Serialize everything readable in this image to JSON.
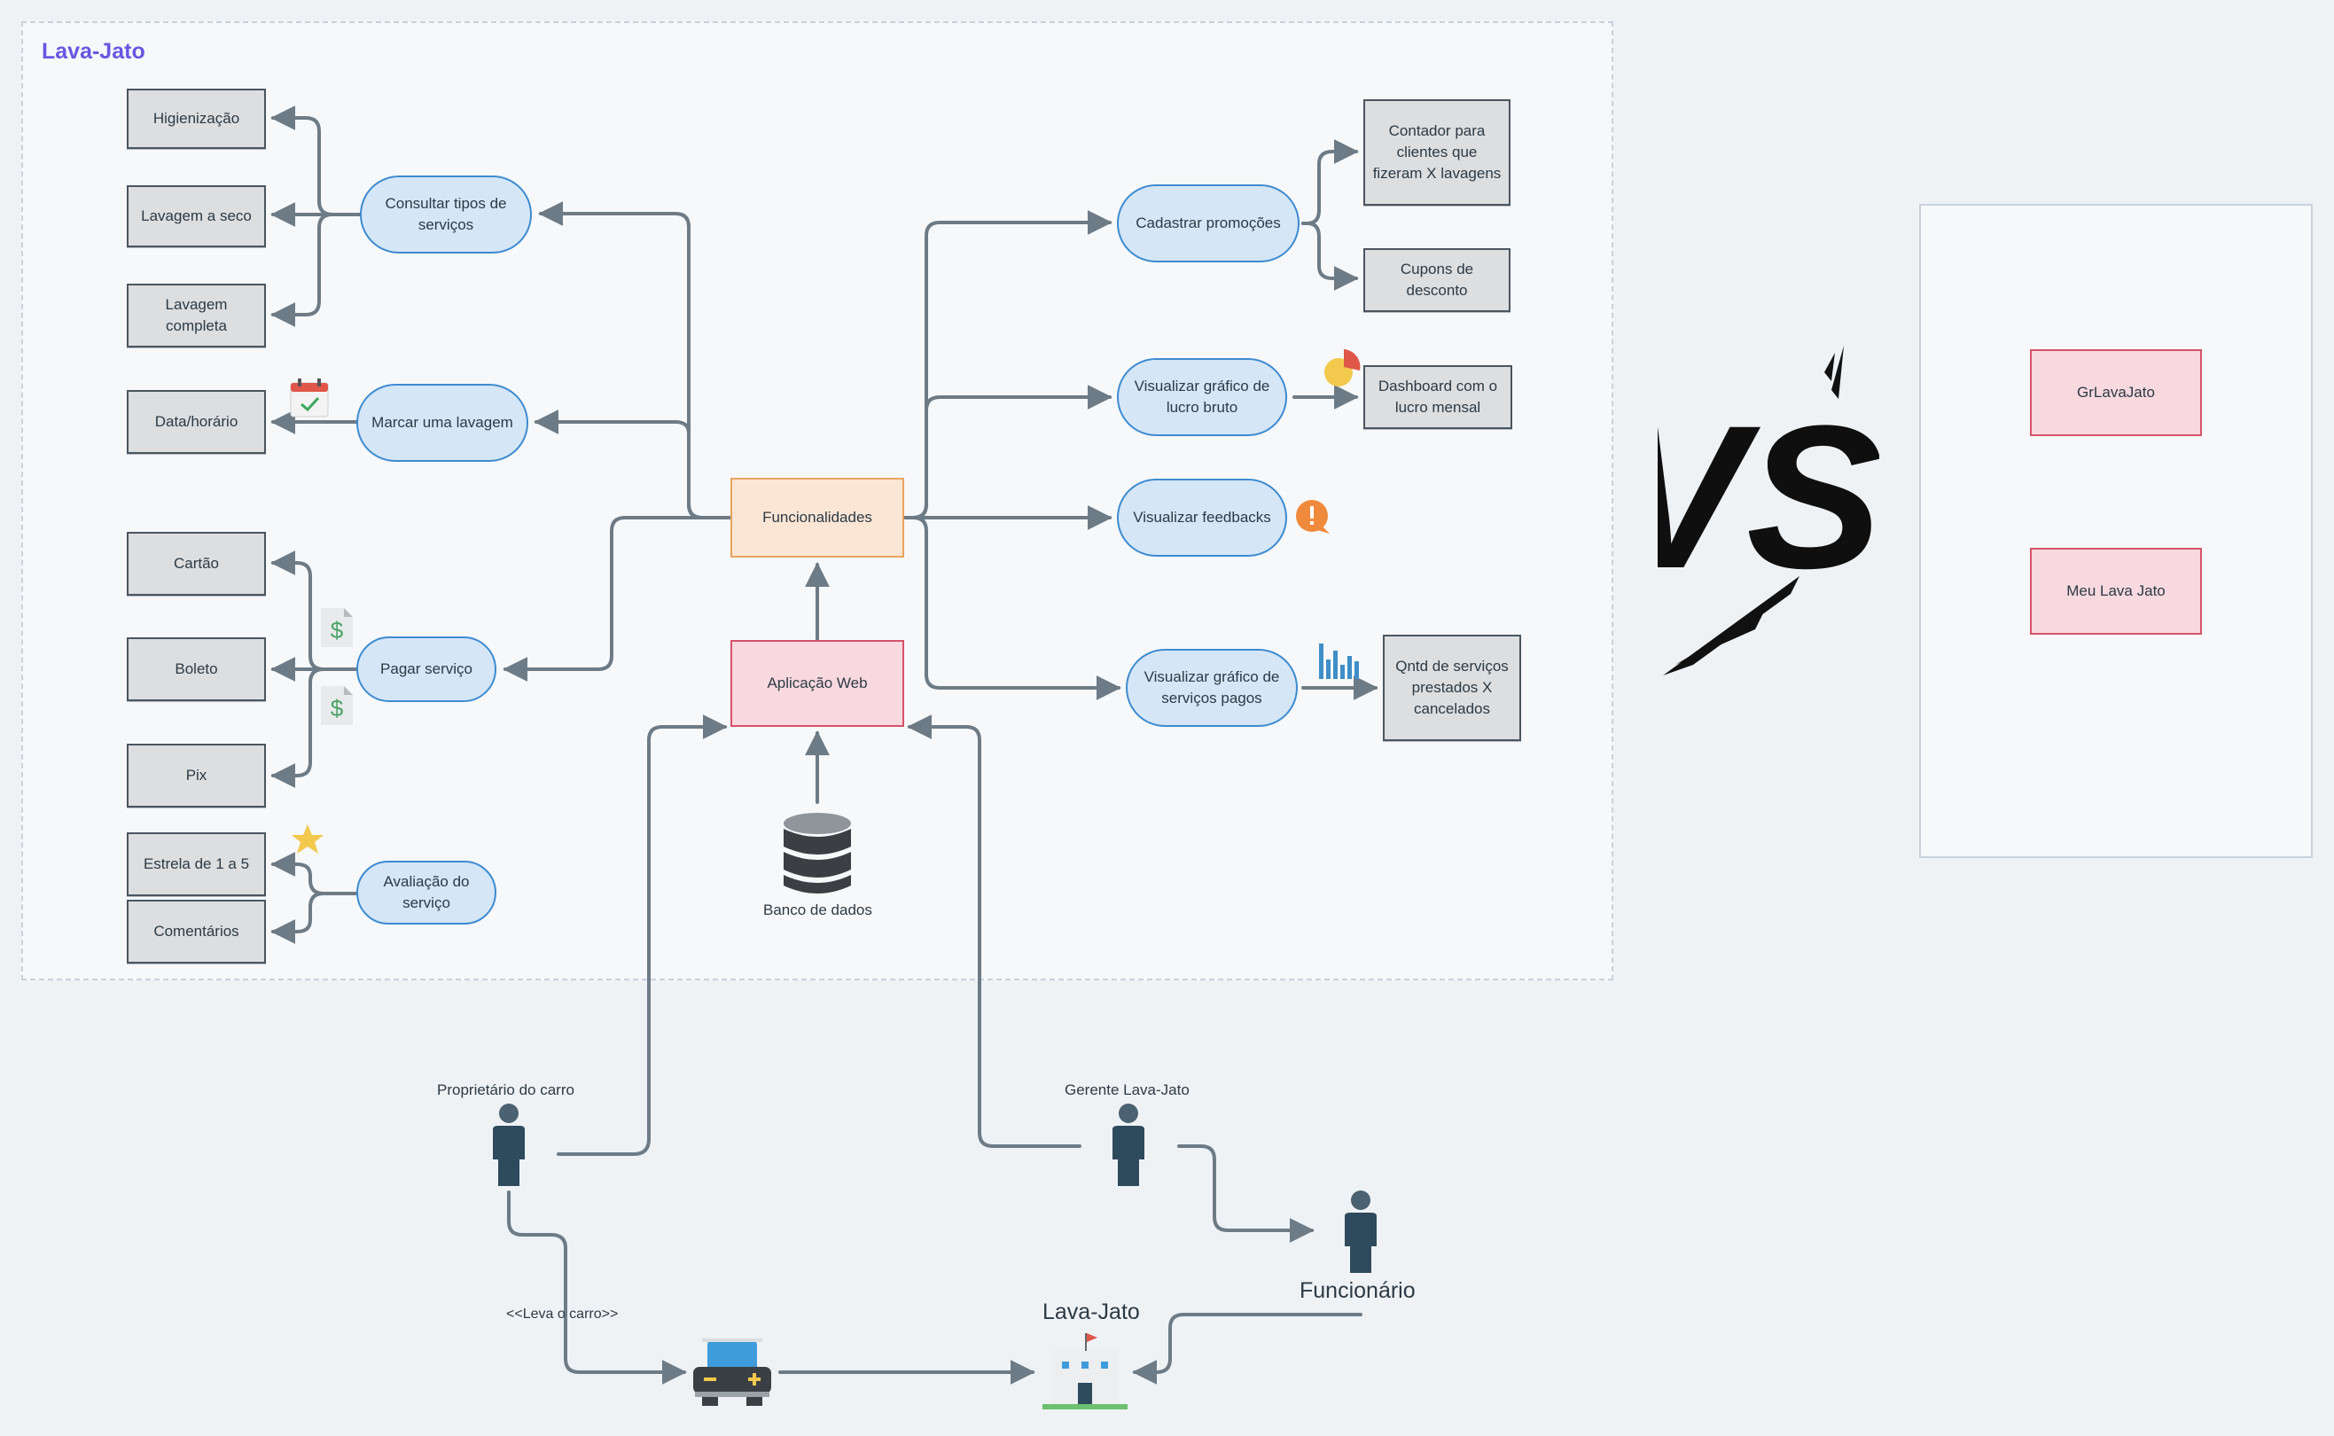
{
  "frame": {
    "title": "Lava-Jato"
  },
  "nodes": {
    "higienizacao": "Higienização",
    "lavagem_seco": "Lavagem a seco",
    "lavagem_completa": "Lavagem completa",
    "consultar": "Consultar tipos de serviços",
    "data_horario": "Data/horário",
    "marcar": "Marcar uma lavagem",
    "cartao": "Cartão",
    "boleto": "Boleto",
    "pix": "Pix",
    "pagar": "Pagar serviço",
    "estrela": "Estrela de 1 a 5",
    "comentarios": "Comentários",
    "avaliacao": "Avaliação do serviço",
    "funcionalidades": "Funcionalidades",
    "aplicacao": "Aplicação Web",
    "banco": "Banco de dados",
    "cadastrar": "Cadastrar promoções",
    "contador": "Contador para clientes que fizeram X lavagens",
    "cupons": "Cupons de desconto",
    "grafico_lucro": "Visualizar gráfico de lucro bruto",
    "dashboard": "Dashboard com o lucro mensal",
    "feedbacks": "Visualizar feedbacks",
    "grafico_servicos": "Visualizar gráfico de serviços pagos",
    "qntd": "Qntd de serviços prestados X cancelados"
  },
  "actors": {
    "proprietario": "Proprietário do carro",
    "gerente": "Gerente Lava-Jato",
    "funcionario": "Funcionário",
    "lavajato": "Lava-Jato",
    "leva_carro": "<<Leva o carro>>"
  },
  "vs": {
    "text": "VS",
    "items": [
      "GrLavaJato",
      "Meu Lava Jato"
    ]
  },
  "icons": {
    "calendar": "calendar-icon",
    "money": "money-document-icon",
    "star": "star-icon",
    "pie": "pie-chart-icon",
    "alert": "alert-bubble-icon",
    "bars": "bar-chart-icon",
    "database": "database-icon",
    "person": "person-icon",
    "car": "car-icon",
    "building": "building-icon"
  },
  "colors": {
    "pill_fill": "#d5e6f7",
    "pill_border": "#3d8bd0",
    "rect_fill": "#dcdee0",
    "orange_fill": "#fbe5d5",
    "pink_fill": "#f8d9df",
    "title_purple": "#6757e0",
    "connector": "#6d7b86"
  }
}
